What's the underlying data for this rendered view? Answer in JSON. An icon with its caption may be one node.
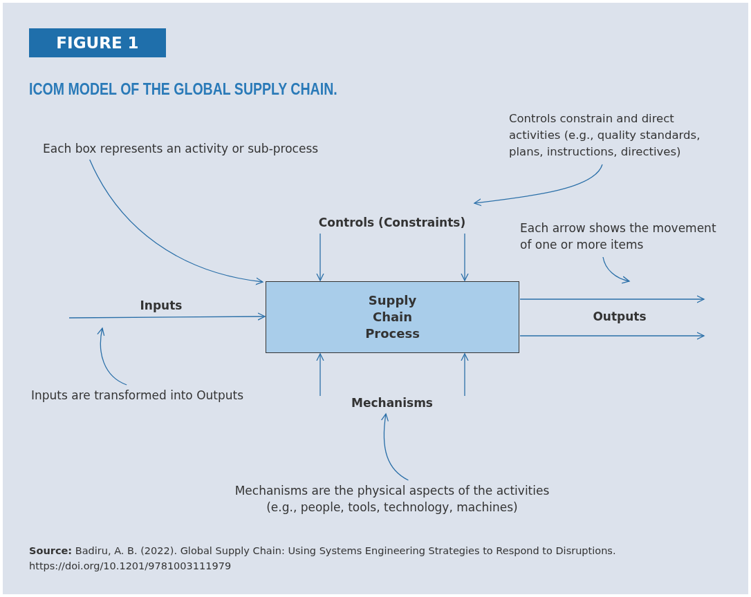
{
  "diagram": {
    "title": "ICOM MODEL OF THE GLOBAL SUPPLY CHAIN.",
    "caption": "**Source:** Badiru, A. B. (2022). Global Supply Chain: Using Systems Engineering Strategies to Respond to Disruptions. https://doi.org/10.1201/9781003111979",
    "nodes": [
      {
        "text": [
          "FIGURE 1"
        ]
      },
      {
        "text": [
          "Each box represents an activity or sub-process"
        ]
      },
      {
        "text": [
          "Controls constrain and direct activities (e.g., quality standards, plans, instructions, directives)"
        ]
      },
      {
        "text": [
          "Controls (Constraints)"
        ]
      },
      {
        "text": [
          "Each arrow shows the movement of one or more items"
        ]
      },
      {
        "text": [
          "Supply Chain Process"
        ]
      },
      {
        "text": [
          "Inputs are transformed into Outputs"
        ]
      },
      {
        "text": [
          "Mechanisms"
        ]
      },
      {
        "text": [
          "Mechanisms are the physical aspects of the activities (e.g., people, tools, technology, machines)"
        ]
      }
    ],
    "edges": [
      {
        "from": 1,
        "to": 5,
        "arrow": "to"
      },
      {
        "from": 2,
        "to": 3,
        "arrow": "to"
      },
      {
        "from": 3,
        "to": 5,
        "arrow": "to"
      },
      {
        "from": 3,
        "to": 5,
        "arrow": "to"
      },
      {
        "from": 4,
        "to": null,
        "arrow": "to"
      },
      {
        "from": null,
        "to": 5,
        "arrow": "to",
        "label": "Inputs"
      },
      {
        "from": 5,
        "to": null,
        "arrow": "to"
      },
      {
        "from": 5,
        "to": null,
        "arrow": "to"
      },
      {
        "from": 6,
        "to": null,
        "arrow": "to"
      },
      {
        "from": 7,
        "to": 5,
        "arrow": "to"
      },
      {
        "from": 7,
        "to": 5,
        "arrow": "to"
      },
      {
        "from": 8,
        "to": 7,
        "arrow": "to"
      }
    ],
    "labels": [
      "Outputs"
    ]
  }
}
